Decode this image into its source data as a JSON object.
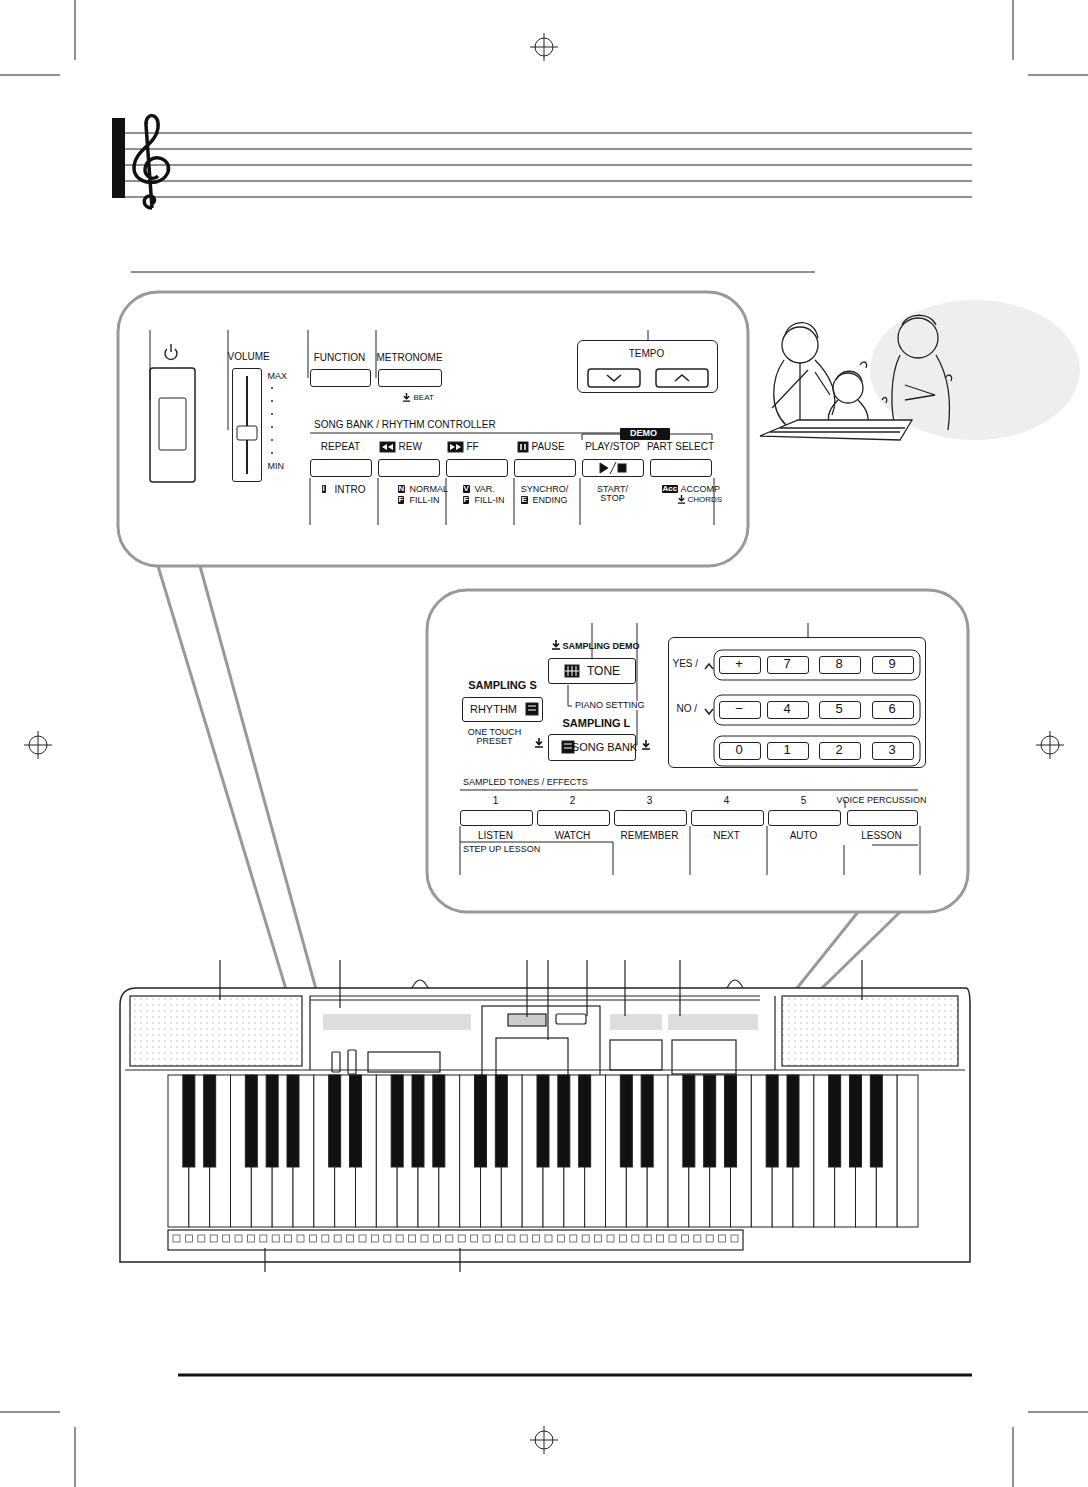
{
  "diagram": {
    "nodes": [
      {
        "text": [
          "VOLUME",
          "MAX",
          "MIN"
        ]
      },
      {
        "text": [
          "FUNCTION"
        ]
      },
      {
        "text": [
          "METRONOME",
          "BEAT"
        ]
      },
      {
        "text": [
          "TEMPO"
        ]
      },
      {
        "text": [
          "DEMO"
        ]
      },
      {
        "text": [
          "REPEAT",
          "I",
          "INTRO"
        ]
      },
      {
        "text": [
          "REW",
          "N",
          "NORMAL",
          "F",
          "FILL-IN"
        ]
      },
      {
        "text": [
          "FF",
          "V",
          "VAR.",
          "F",
          "FILL-IN"
        ]
      },
      {
        "text": [
          "PAUSE",
          "SYNCHRO/",
          "E",
          "ENDING"
        ]
      },
      {
        "text": [
          "PLAY/STOP",
          "START/ STOP"
        ]
      },
      {
        "text": [
          "PART SELECT",
          "Acc",
          "ACCOMP",
          "CHORDS"
        ]
      },
      {
        "text": [
          "SAMPLING DEMO",
          "TONE"
        ]
      },
      {
        "text": [
          "SAMPLING S",
          "RHYTHM",
          "ONE TOUCH PRESET"
        ]
      },
      {
        "text": [
          "SAMPLING L",
          "SONG BANK"
        ]
      },
      {
        "text": [
          "YES /",
          "NO /"
        ]
      },
      {
        "text": [
          "+"
        ],
        "in": 14
      },
      {
        "text": [
          "7"
        ],
        "in": 14
      },
      {
        "text": [
          "8"
        ],
        "in": 14
      },
      {
        "text": [
          "9"
        ],
        "in": 14
      },
      {
        "text": [
          "−"
        ],
        "in": 14
      },
      {
        "text": [
          "4"
        ],
        "in": 14
      },
      {
        "text": [
          "5"
        ],
        "in": 14
      },
      {
        "text": [
          "6"
        ],
        "in": 14
      },
      {
        "text": [
          "0"
        ],
        "in": 14
      },
      {
        "text": [
          "1"
        ],
        "in": 14
      },
      {
        "text": [
          "2"
        ],
        "in": 14
      },
      {
        "text": [
          "3"
        ],
        "in": 14
      },
      {
        "text": [
          "1",
          "LISTEN"
        ]
      },
      {
        "text": [
          "2",
          "WATCH"
        ]
      },
      {
        "text": [
          "3",
          "REMEMBER"
        ]
      },
      {
        "text": [
          "4",
          "NEXT"
        ]
      },
      {
        "text": [
          "5",
          "AUTO"
        ]
      },
      {
        "text": [
          "VOICE PERCUSSION",
          "LESSON"
        ]
      }
    ],
    "labels": [
      "SONG BANK / RHYTHM CONTROLLER",
      "PIANO SETTING",
      "SAMPLED TONES / EFFECTS",
      "STEP UP LESSON"
    ]
  }
}
